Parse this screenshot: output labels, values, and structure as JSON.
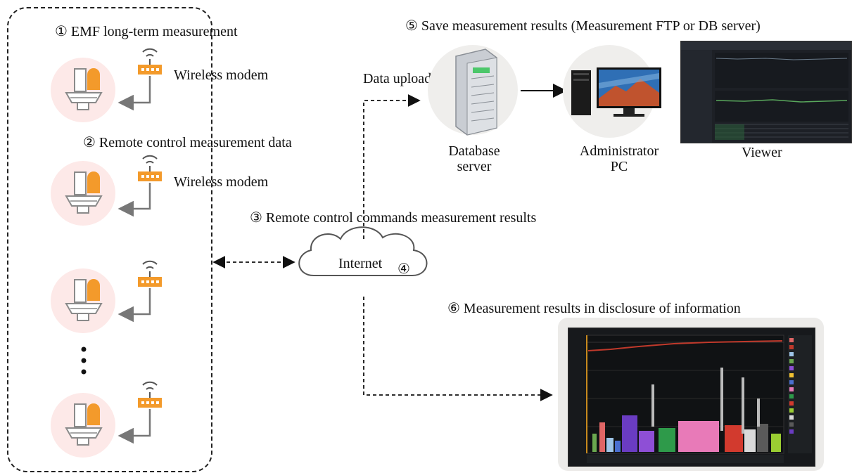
{
  "labels": {
    "step1": "① EMF long-term measurement",
    "step2": "② Remote control measurement data",
    "step3": "③ Remote control commands measurement results",
    "step4": "④",
    "step5": "⑤ Save measurement results (Measurement FTP or DB server)",
    "step6": "⑥ Measurement results in disclosure of information",
    "modem1": "Wireless modem",
    "modem2": "Wireless modem",
    "data_upload": "Data upload",
    "internet": "Internet",
    "db_server": "Database\nserver",
    "admin_pc": "Administrator\nPC",
    "viewer": "Viewer"
  },
  "colors": {
    "modem": "#f39a2b",
    "sensor_bg": "#fde9e8",
    "arrow": "#777777",
    "line": "#111111"
  },
  "icons": [
    "emf-sensor-icon",
    "wireless-modem-icon",
    "database-server-icon",
    "administrator-pc-icon",
    "cloud-icon"
  ]
}
